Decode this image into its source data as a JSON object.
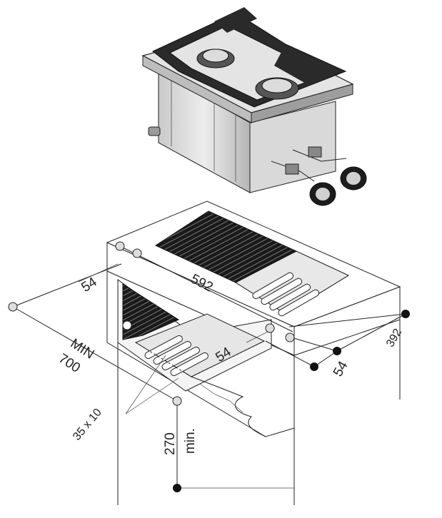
{
  "dimensions": {
    "depth_offset": "54",
    "width_cutout": "592",
    "depth_cutout": "392",
    "side_offset": "54",
    "front_offset": "54",
    "min_label": "MIN",
    "min_value": "700",
    "slot_size": "35 x 10",
    "clearance_value": "270",
    "clearance_label": "min."
  }
}
